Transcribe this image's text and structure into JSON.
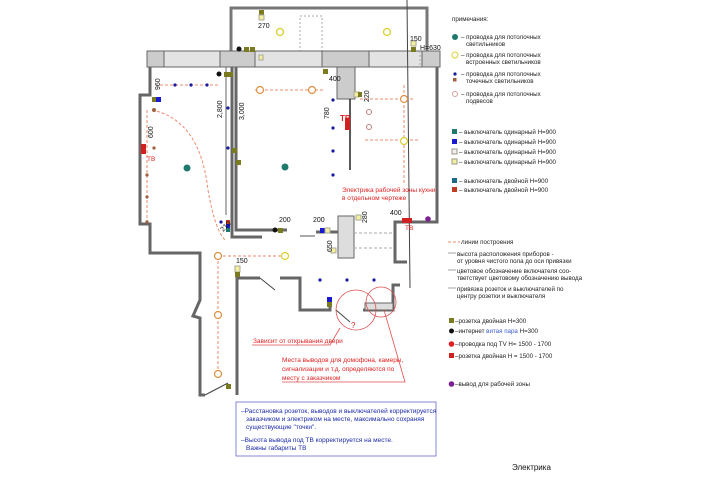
{
  "legend": {
    "title": "примечания:",
    "wiring": [
      {
        "icon": "teal-circle",
        "color": "#1e7a6c",
        "line1": "– проводка для потолочных",
        "line2": "светильников"
      },
      {
        "icon": "yellow-ring",
        "color": "#e8e030",
        "line1": "– проводка для потолочных",
        "line2": "встроенных светильников"
      },
      {
        "icon": "blue-dot-brown-square",
        "color": "#1a1aa0",
        "line1": "– проводка для потолочных",
        "line2": "точечных светильников"
      },
      {
        "icon": "pink-ring",
        "color": "#d8a0a0",
        "line1": "– проводка для потолочных",
        "line2": "подвесов"
      }
    ],
    "switches": [
      {
        "color": "#1e7a6c",
        "label": "– выключатель одинарный   H=900"
      },
      {
        "color": "#1a1ad0",
        "label": "– выключатель одинарный   H=900"
      },
      {
        "color": "#f4eef0",
        "label": "– выключатель одинарный   H=900"
      },
      {
        "color": "#f4f0a0",
        "label": "– выключатель одинарный   H=900"
      },
      {
        "color": "#1a6a8a",
        "label": "– выключатель двойной    H=900"
      },
      {
        "color": "#c03a20",
        "label": "– выключатель двойной    H=900"
      }
    ],
    "notes": [
      {
        "line1": "линии построения",
        "line2": ""
      },
      {
        "line1": "высота расположения приборов -",
        "line2": "от уровня чистого пола до оси привязки"
      },
      {
        "line1": "цветовое обозначение включателя соо-",
        "line2": "тветствует цветовому обозначению вывода"
      },
      {
        "line1": "привязка розеток и выключателей по",
        "line2": "центру розетки и выключателя"
      }
    ],
    "outlets": [
      {
        "color": "#7a7a20",
        "label": "–розетка двойная   H=300"
      },
      {
        "color": "#111111",
        "label_a": "–интернет ",
        "label_b": "витая пара",
        "label_c": "   H=300"
      },
      {
        "color": "#e02020",
        "label": "–проводка под TV   H= 1500 - 1700"
      },
      {
        "color": "#d02020",
        "label": "–розетка двойная   H = 1500 - 1700"
      },
      {
        "color": "#7a2090",
        "label": "–вывод для рабочей зоны"
      }
    ]
  },
  "plan": {
    "dims": {
      "d270": "270",
      "d150a": "150",
      "h630": "H=630",
      "d960": "960",
      "d2800": "2,800",
      "d3000": "3,000",
      "d600": "600",
      "d780": "780",
      "d220": "220",
      "d400a": "400",
      "d200a": "200",
      "d200b": "200",
      "d150b": "150",
      "d400b": "400",
      "d280": "280",
      "d650": "650",
      "d210": "210"
    },
    "tv_left": "ТВ",
    "tv_mid": "ТВ",
    "tv_right": "ТВ",
    "question": "?",
    "kitchen_note_1": "Электрика рабочей зоны кухни",
    "kitchen_note_2": "в отдельном чертеже",
    "door_note": "Зависит от открывания двери",
    "intercom_note_1": "Места выводов для домофона, камеры,",
    "intercom_note_2": "сигнализации и т.д. определяются по",
    "intercom_note_3": "месту с заказчиком"
  },
  "footnote": {
    "line1": "–Расстановка розеток, выводов и выключателей корректируется",
    "line2": "заказчиком и электриком на месте, максимально сохраняя",
    "line3": "существующие \"точки\".",
    "line4": "–Высота вывода под ТВ корректируется на месте.",
    "line5": "Важны габариты ТВ"
  },
  "sheet_title": "Электрика"
}
